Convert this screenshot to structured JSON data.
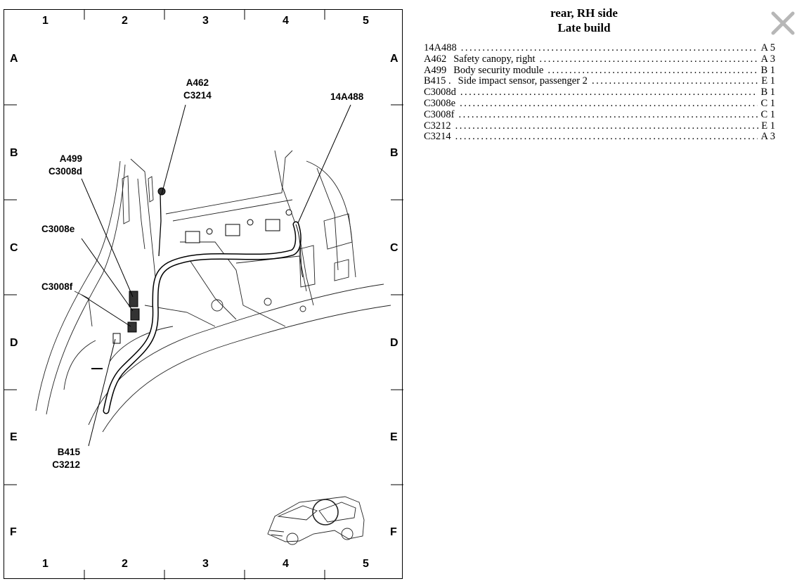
{
  "title": {
    "line1": "rear, RH side",
    "line2": "Late build"
  },
  "grid": {
    "columns": [
      "1",
      "2",
      "3",
      "4",
      "5"
    ],
    "rows": [
      "A",
      "B",
      "C",
      "D",
      "E",
      "F"
    ]
  },
  "callouts": {
    "a462": [
      "A462",
      "C3214"
    ],
    "c14a488": [
      "14A488"
    ],
    "a499": [
      "A499",
      "C3008d"
    ],
    "c3008e": [
      "C3008e"
    ],
    "c3008f": [
      "C3008f"
    ],
    "b415": [
      "B415",
      "C3212"
    ]
  },
  "legend": [
    {
      "code": "14A488",
      "desc": "",
      "loc": "A 5"
    },
    {
      "code": "A462",
      "desc": "Safety canopy, right",
      "loc": "A 3"
    },
    {
      "code": "A499",
      "desc": "Body security module",
      "loc": "B 1"
    },
    {
      "code": "B415 .",
      "desc": "Side impact sensor, passenger 2",
      "loc": "E 1"
    },
    {
      "code": "C3008d",
      "desc": "",
      "loc": "B 1"
    },
    {
      "code": "C3008e",
      "desc": "",
      "loc": "C 1"
    },
    {
      "code": "C3008f",
      "desc": "",
      "loc": "C 1"
    },
    {
      "code": "C3212",
      "desc": "",
      "loc": "E 1"
    },
    {
      "code": "C3214",
      "desc": "",
      "loc": "A 3"
    }
  ],
  "close_button": {
    "icon": "close-icon",
    "color": "#b7b7b7"
  }
}
